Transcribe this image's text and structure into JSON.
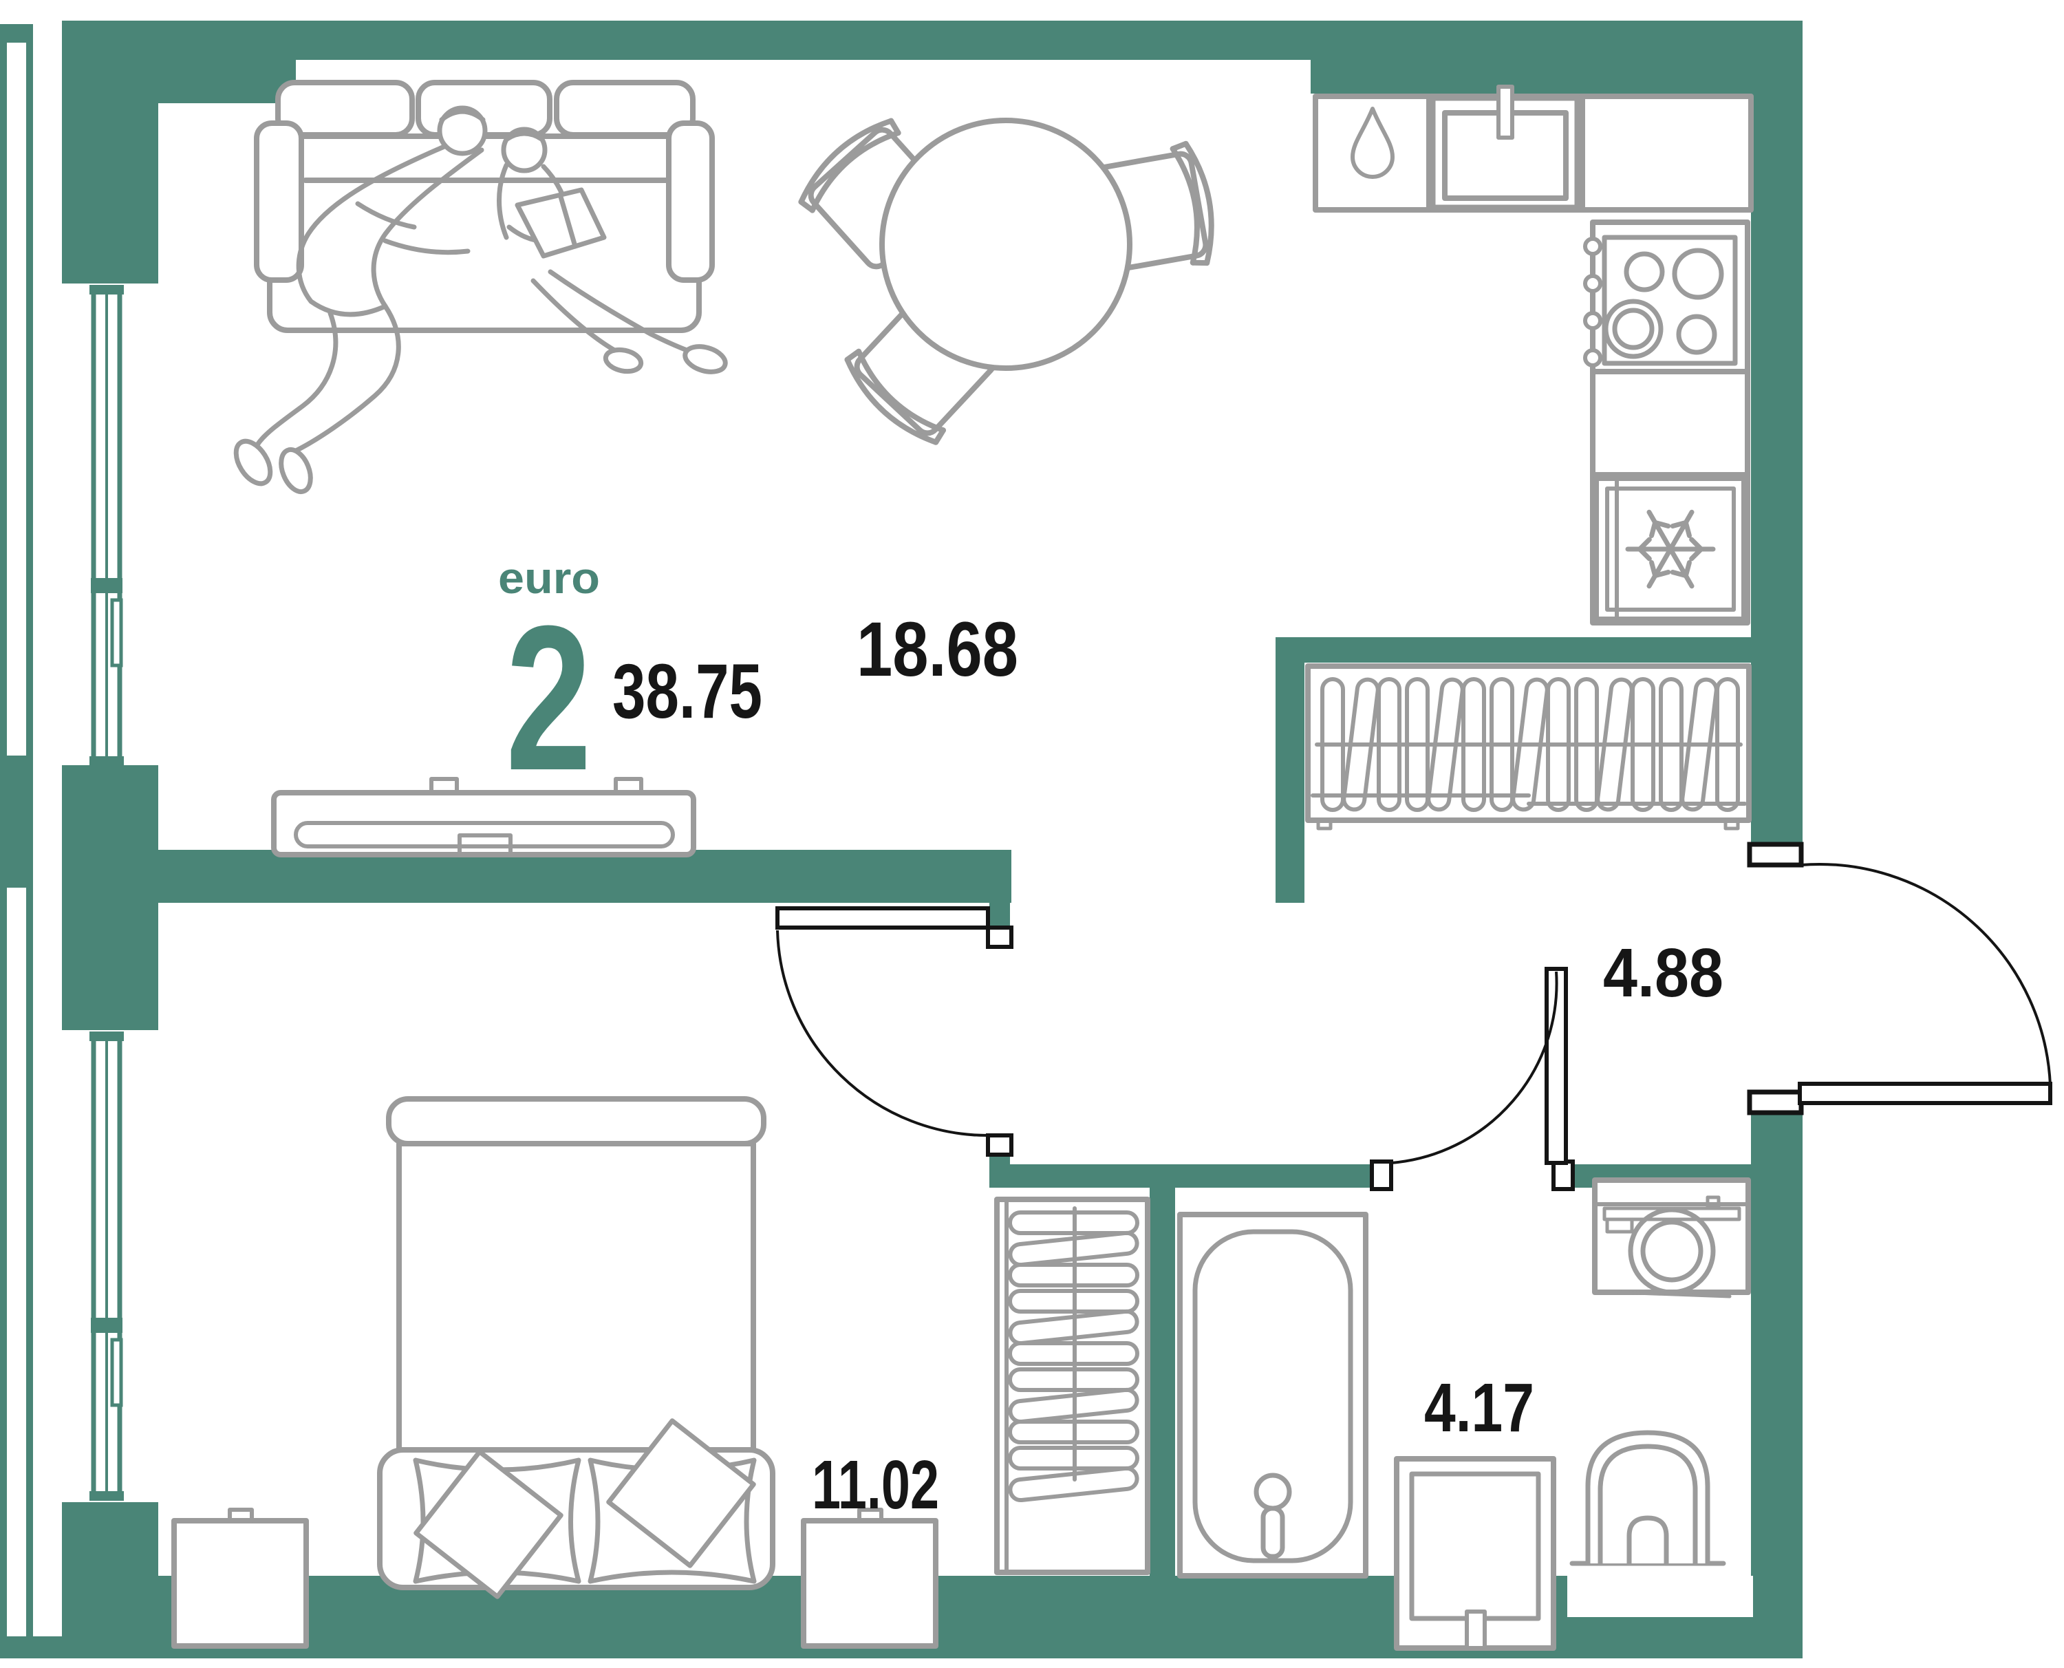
{
  "plan": {
    "unit_type": "euro",
    "room_count": "2",
    "total_area": "38.75",
    "areas": {
      "living_kitchen": "18.68",
      "hallway": "4.88",
      "bedroom": "11.02",
      "bathroom": "4.17"
    },
    "rooms": [
      {
        "key": "living_kitchen",
        "area": "18.68"
      },
      {
        "key": "hallway",
        "area": "4.88"
      },
      {
        "key": "bedroom",
        "area": "11.02"
      },
      {
        "key": "bathroom",
        "area": "4.17"
      }
    ],
    "colors": {
      "wall": "#4A8577",
      "accent_text": "#4A8577",
      "furniture": "#9B9B9B",
      "door": "#141414",
      "label_text": "#161616"
    },
    "icons": {
      "dishwasher": "drop-icon",
      "fridge": "snowflake-icon"
    },
    "furniture_counts": {
      "hall_wardrobe_hangers": 15,
      "bedroom_wardrobe_hangers": 11
    }
  }
}
